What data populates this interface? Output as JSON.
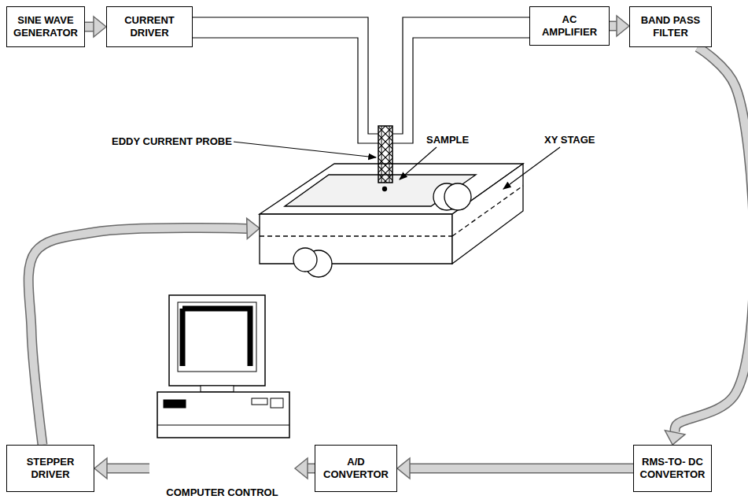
{
  "diagram": {
    "nodes": [
      {
        "text": [
          "SINE WAVE GENERATOR"
        ]
      },
      {
        "text": [
          "CURRENT DRIVER"
        ]
      },
      {
        "text": [
          "AC AMPLIFIER"
        ]
      },
      {
        "text": [
          "BAND PASS FILTER"
        ]
      },
      {
        "text": [
          "STEPPER DRIVER"
        ]
      },
      {
        "text": [
          "A/D CONVERTOR"
        ]
      },
      {
        "text": [
          "RMS-TO- DC CONVERTOR"
        ]
      },
      {
        "text": [
          "COMPUTER CONTROL"
        ]
      }
    ],
    "edges": [
      {
        "from": 0,
        "to": 1,
        "arrow": "to"
      },
      {
        "from": 2,
        "to": 3,
        "arrow": "to"
      },
      {
        "from": 3,
        "to": 6,
        "arrow": "to"
      },
      {
        "from": 6,
        "to": 5,
        "arrow": "to"
      },
      {
        "from": 5,
        "to": 7,
        "arrow": "to"
      },
      {
        "from": 7,
        "to": 4,
        "arrow": "to"
      }
    ],
    "labels": [
      "EDDY CURRENT PROBE",
      "SAMPLE",
      "XY STAGE"
    ]
  }
}
